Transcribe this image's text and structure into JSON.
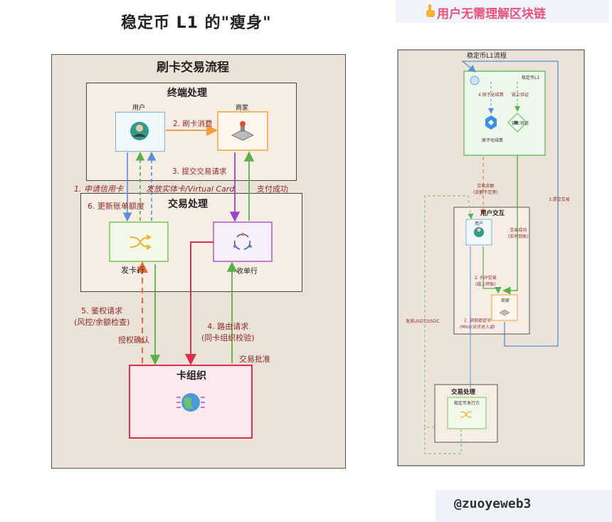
{
  "header": {
    "title": "稳定币 L1 的\"瘦身\"",
    "right_banner": "用户无需理解区块链",
    "footer_handle": "@zuoyeweb3"
  },
  "left": {
    "panel_title": "刷卡交易流程",
    "terminal_title": "终端处理",
    "transaction_title": "交易处理",
    "user": "用户",
    "merchant": "商家",
    "issuer": "发卡行",
    "acquirer": "收单行",
    "network": "卡组织",
    "labels": {
      "swipe": "2. 刷卡消费",
      "submit": "3. 提交交易请求",
      "apply_card": "1. 申请信用卡",
      "issue_card": "发放实体卡/Virtual Card",
      "payment_success": "支付成功",
      "update_bill": "6. 更新账单额度",
      "auth_request": "5. 鉴权请求\n(风控/余额检查)",
      "auth_confirm": "授权确认",
      "route": "4. 路由请求\n(同卡组织校验)",
      "approve": "交易批准"
    }
  },
  "right": {
    "panel_title": "稳定币L1流程",
    "l1_label": "稳定币L1",
    "atomic_settle": "4.原子化结算",
    "atomic_node": "原子化结算",
    "chain_verify_edge": "链上验证",
    "chain_verify_node": "链上验证",
    "user_interaction": "用户交互",
    "user": "用户",
    "merchant": "商家",
    "transaction_title": "交易处理",
    "issuer": "稳定币发行方",
    "labels": {
      "balance": "交易余额\n(余额不足等)",
      "tx_success": "交易成功\n(实时到账)",
      "p2p": "2. P2P交易\n(链上转账)",
      "acquire": "1. 获取稳定币\n(Mint/法币兑入金)",
      "submit_tx": "3.提交交易",
      "send_usdt": "发放USDT/USDC"
    }
  }
}
